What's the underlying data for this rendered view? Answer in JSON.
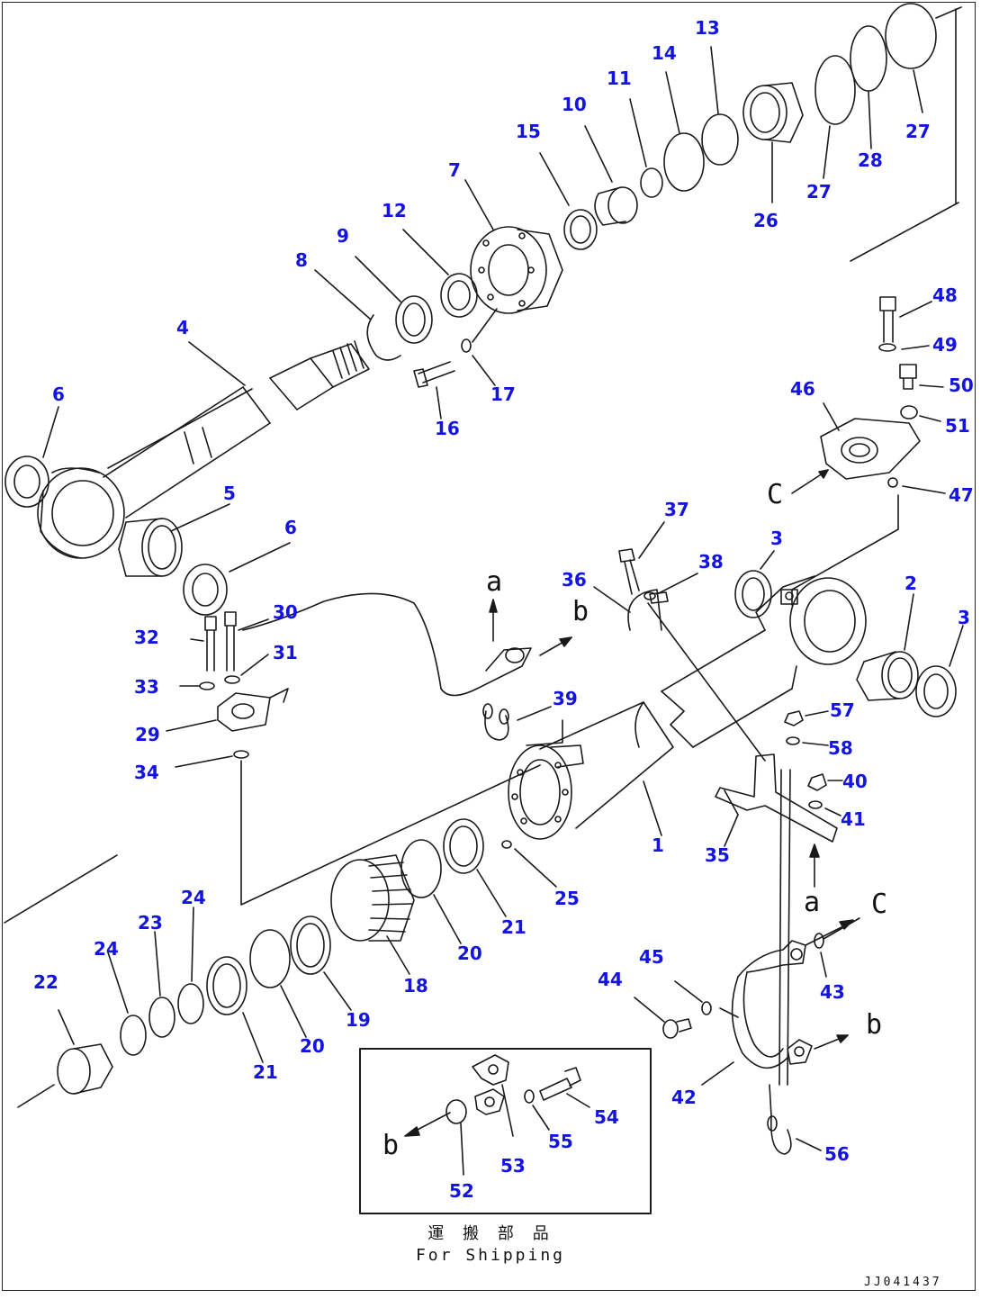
{
  "diagram": {
    "callouts": [
      {
        "id": "c1",
        "text": "1"
      },
      {
        "id": "c2",
        "text": "2"
      },
      {
        "id": "c3a",
        "text": "3"
      },
      {
        "id": "c3b",
        "text": "3"
      },
      {
        "id": "c4",
        "text": "4"
      },
      {
        "id": "c5",
        "text": "5"
      },
      {
        "id": "c6a",
        "text": "6"
      },
      {
        "id": "c6b",
        "text": "6"
      },
      {
        "id": "c7",
        "text": "7"
      },
      {
        "id": "c8",
        "text": "8"
      },
      {
        "id": "c9",
        "text": "9"
      },
      {
        "id": "c10",
        "text": "10"
      },
      {
        "id": "c11",
        "text": "11"
      },
      {
        "id": "c12",
        "text": "12"
      },
      {
        "id": "c13",
        "text": "13"
      },
      {
        "id": "c14",
        "text": "14"
      },
      {
        "id": "c15",
        "text": "15"
      },
      {
        "id": "c16",
        "text": "16"
      },
      {
        "id": "c17",
        "text": "17"
      },
      {
        "id": "c18",
        "text": "18"
      },
      {
        "id": "c19",
        "text": "19"
      },
      {
        "id": "c20a",
        "text": "20"
      },
      {
        "id": "c20b",
        "text": "20"
      },
      {
        "id": "c21a",
        "text": "21"
      },
      {
        "id": "c21b",
        "text": "21"
      },
      {
        "id": "c22",
        "text": "22"
      },
      {
        "id": "c23",
        "text": "23"
      },
      {
        "id": "c24a",
        "text": "24"
      },
      {
        "id": "c24b",
        "text": "24"
      },
      {
        "id": "c25",
        "text": "25"
      },
      {
        "id": "c26",
        "text": "26"
      },
      {
        "id": "c27a",
        "text": "27"
      },
      {
        "id": "c27b",
        "text": "27"
      },
      {
        "id": "c28",
        "text": "28"
      },
      {
        "id": "c29",
        "text": "29"
      },
      {
        "id": "c30",
        "text": "30"
      },
      {
        "id": "c31",
        "text": "31"
      },
      {
        "id": "c32",
        "text": "32"
      },
      {
        "id": "c33",
        "text": "33"
      },
      {
        "id": "c34",
        "text": "34"
      },
      {
        "id": "c35",
        "text": "35"
      },
      {
        "id": "c36",
        "text": "36"
      },
      {
        "id": "c37",
        "text": "37"
      },
      {
        "id": "c38",
        "text": "38"
      },
      {
        "id": "c39",
        "text": "39"
      },
      {
        "id": "c40",
        "text": "40"
      },
      {
        "id": "c41",
        "text": "41"
      },
      {
        "id": "c42",
        "text": "42"
      },
      {
        "id": "c43",
        "text": "43"
      },
      {
        "id": "c44",
        "text": "44"
      },
      {
        "id": "c45",
        "text": "45"
      },
      {
        "id": "c46",
        "text": "46"
      },
      {
        "id": "c47",
        "text": "47"
      },
      {
        "id": "c48",
        "text": "48"
      },
      {
        "id": "c49",
        "text": "49"
      },
      {
        "id": "c50",
        "text": "50"
      },
      {
        "id": "c51",
        "text": "51"
      },
      {
        "id": "c52",
        "text": "52"
      },
      {
        "id": "c53",
        "text": "53"
      },
      {
        "id": "c54",
        "text": "54"
      },
      {
        "id": "c55",
        "text": "55"
      },
      {
        "id": "c56",
        "text": "56"
      },
      {
        "id": "c57",
        "text": "57"
      },
      {
        "id": "c58",
        "text": "58"
      }
    ],
    "connection_labels": {
      "a_top": "a",
      "b_top": "b",
      "c_top": "C",
      "a_bottom": "a",
      "c_bottom": "C",
      "b_bottom": "b",
      "b_inset": "b"
    },
    "shipping": {
      "title": "運 搬 部 品",
      "subtitle": "For Shipping"
    },
    "drawing_number": "JJ041437",
    "line_color": "#1a1a1a",
    "callout_color": "#1414e0"
  }
}
